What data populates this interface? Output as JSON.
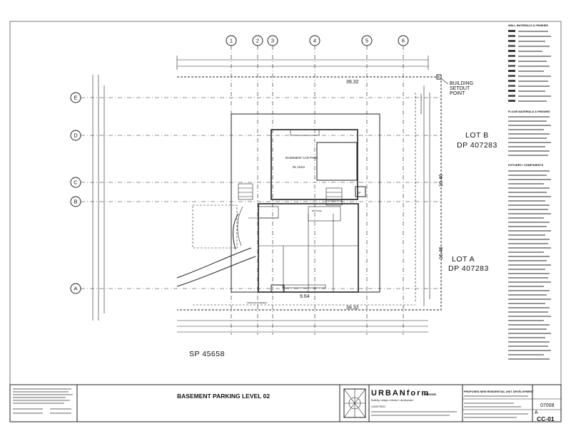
{
  "drawing": {
    "grid_columns": [
      "1",
      "2",
      "3",
      "4",
      "5",
      "6"
    ],
    "grid_rows": [
      "E",
      "D",
      "C",
      "B",
      "A"
    ],
    "setout_label_1": "BUILDING",
    "setout_label_2": "SETOUT",
    "setout_label_3": "POINT",
    "lot_b": "LOT B",
    "lot_b_dp": "DP 407283",
    "lot_a": "LOT A",
    "lot_a_dp": "DP 407283",
    "sp_label": "SP 45658",
    "room_label": "BASEMENT CAR PARK",
    "room_rl": "RL 19.63",
    "dim_top": "39.32",
    "dim_bottom": "39.32",
    "dim_right": "16.46",
    "dim_right_lower": "16.46",
    "dim_bottom_inner": "9.64",
    "easement_right": "DRAINAGE EASEMENT",
    "easement_bottom": "DRAINAGE EASEMENT"
  },
  "legend": {
    "wall_heading": "WALL MATERIALS & FINISHES",
    "floor_heading": "FLOOR MATERIALS & FINISHES",
    "fixtures_heading": "FIXTURES / COMPONENTS"
  },
  "title_block": {
    "drawing_title": "BASEMENT PARKING LEVEL 02",
    "brand": "URBANform",
    "brand_suffix": "DESIGNS",
    "tagline": "Building • design • interiors • development",
    "principal": "LOUIE RIZZO",
    "project_heading": "PROPOSED NEW RESIDENTIAL UNIT DEVELOPMENT",
    "job_no": "07008",
    "revision": "A",
    "sheet_no": "CC-01"
  }
}
